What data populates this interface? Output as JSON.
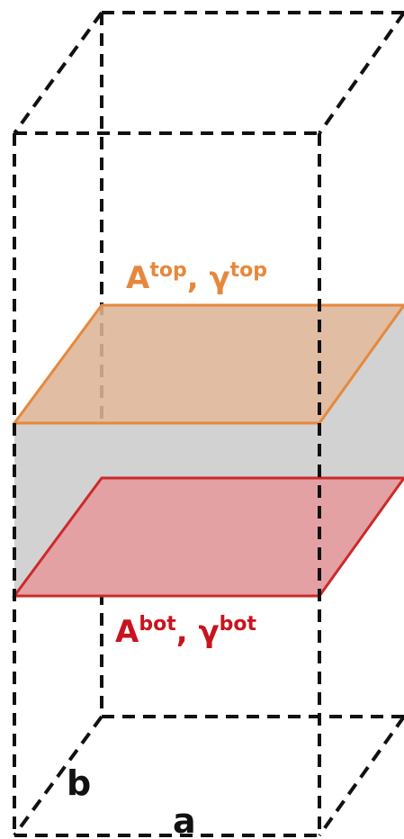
{
  "colors": {
    "box_edge": "#111111",
    "top_plane_fill": "#dcb496",
    "top_plane_edge": "#e6883c",
    "bottom_plane_fill": "#e49ca0",
    "bottom_plane_edge": "#cc2a2a",
    "slab_fill": "#d2d2d2",
    "top_label": "#e6883c",
    "bottom_label": "#c8141e",
    "axis_label": "#111111"
  },
  "labels": {
    "top_base": "A",
    "top_sup1": "top",
    "top_sep": ", γ",
    "top_sup2": "top",
    "bottom_base": "A",
    "bottom_sup1": "bot",
    "bottom_sep": ", γ",
    "bottom_sup2": "bot",
    "axis_a": "a",
    "axis_b": "b"
  }
}
